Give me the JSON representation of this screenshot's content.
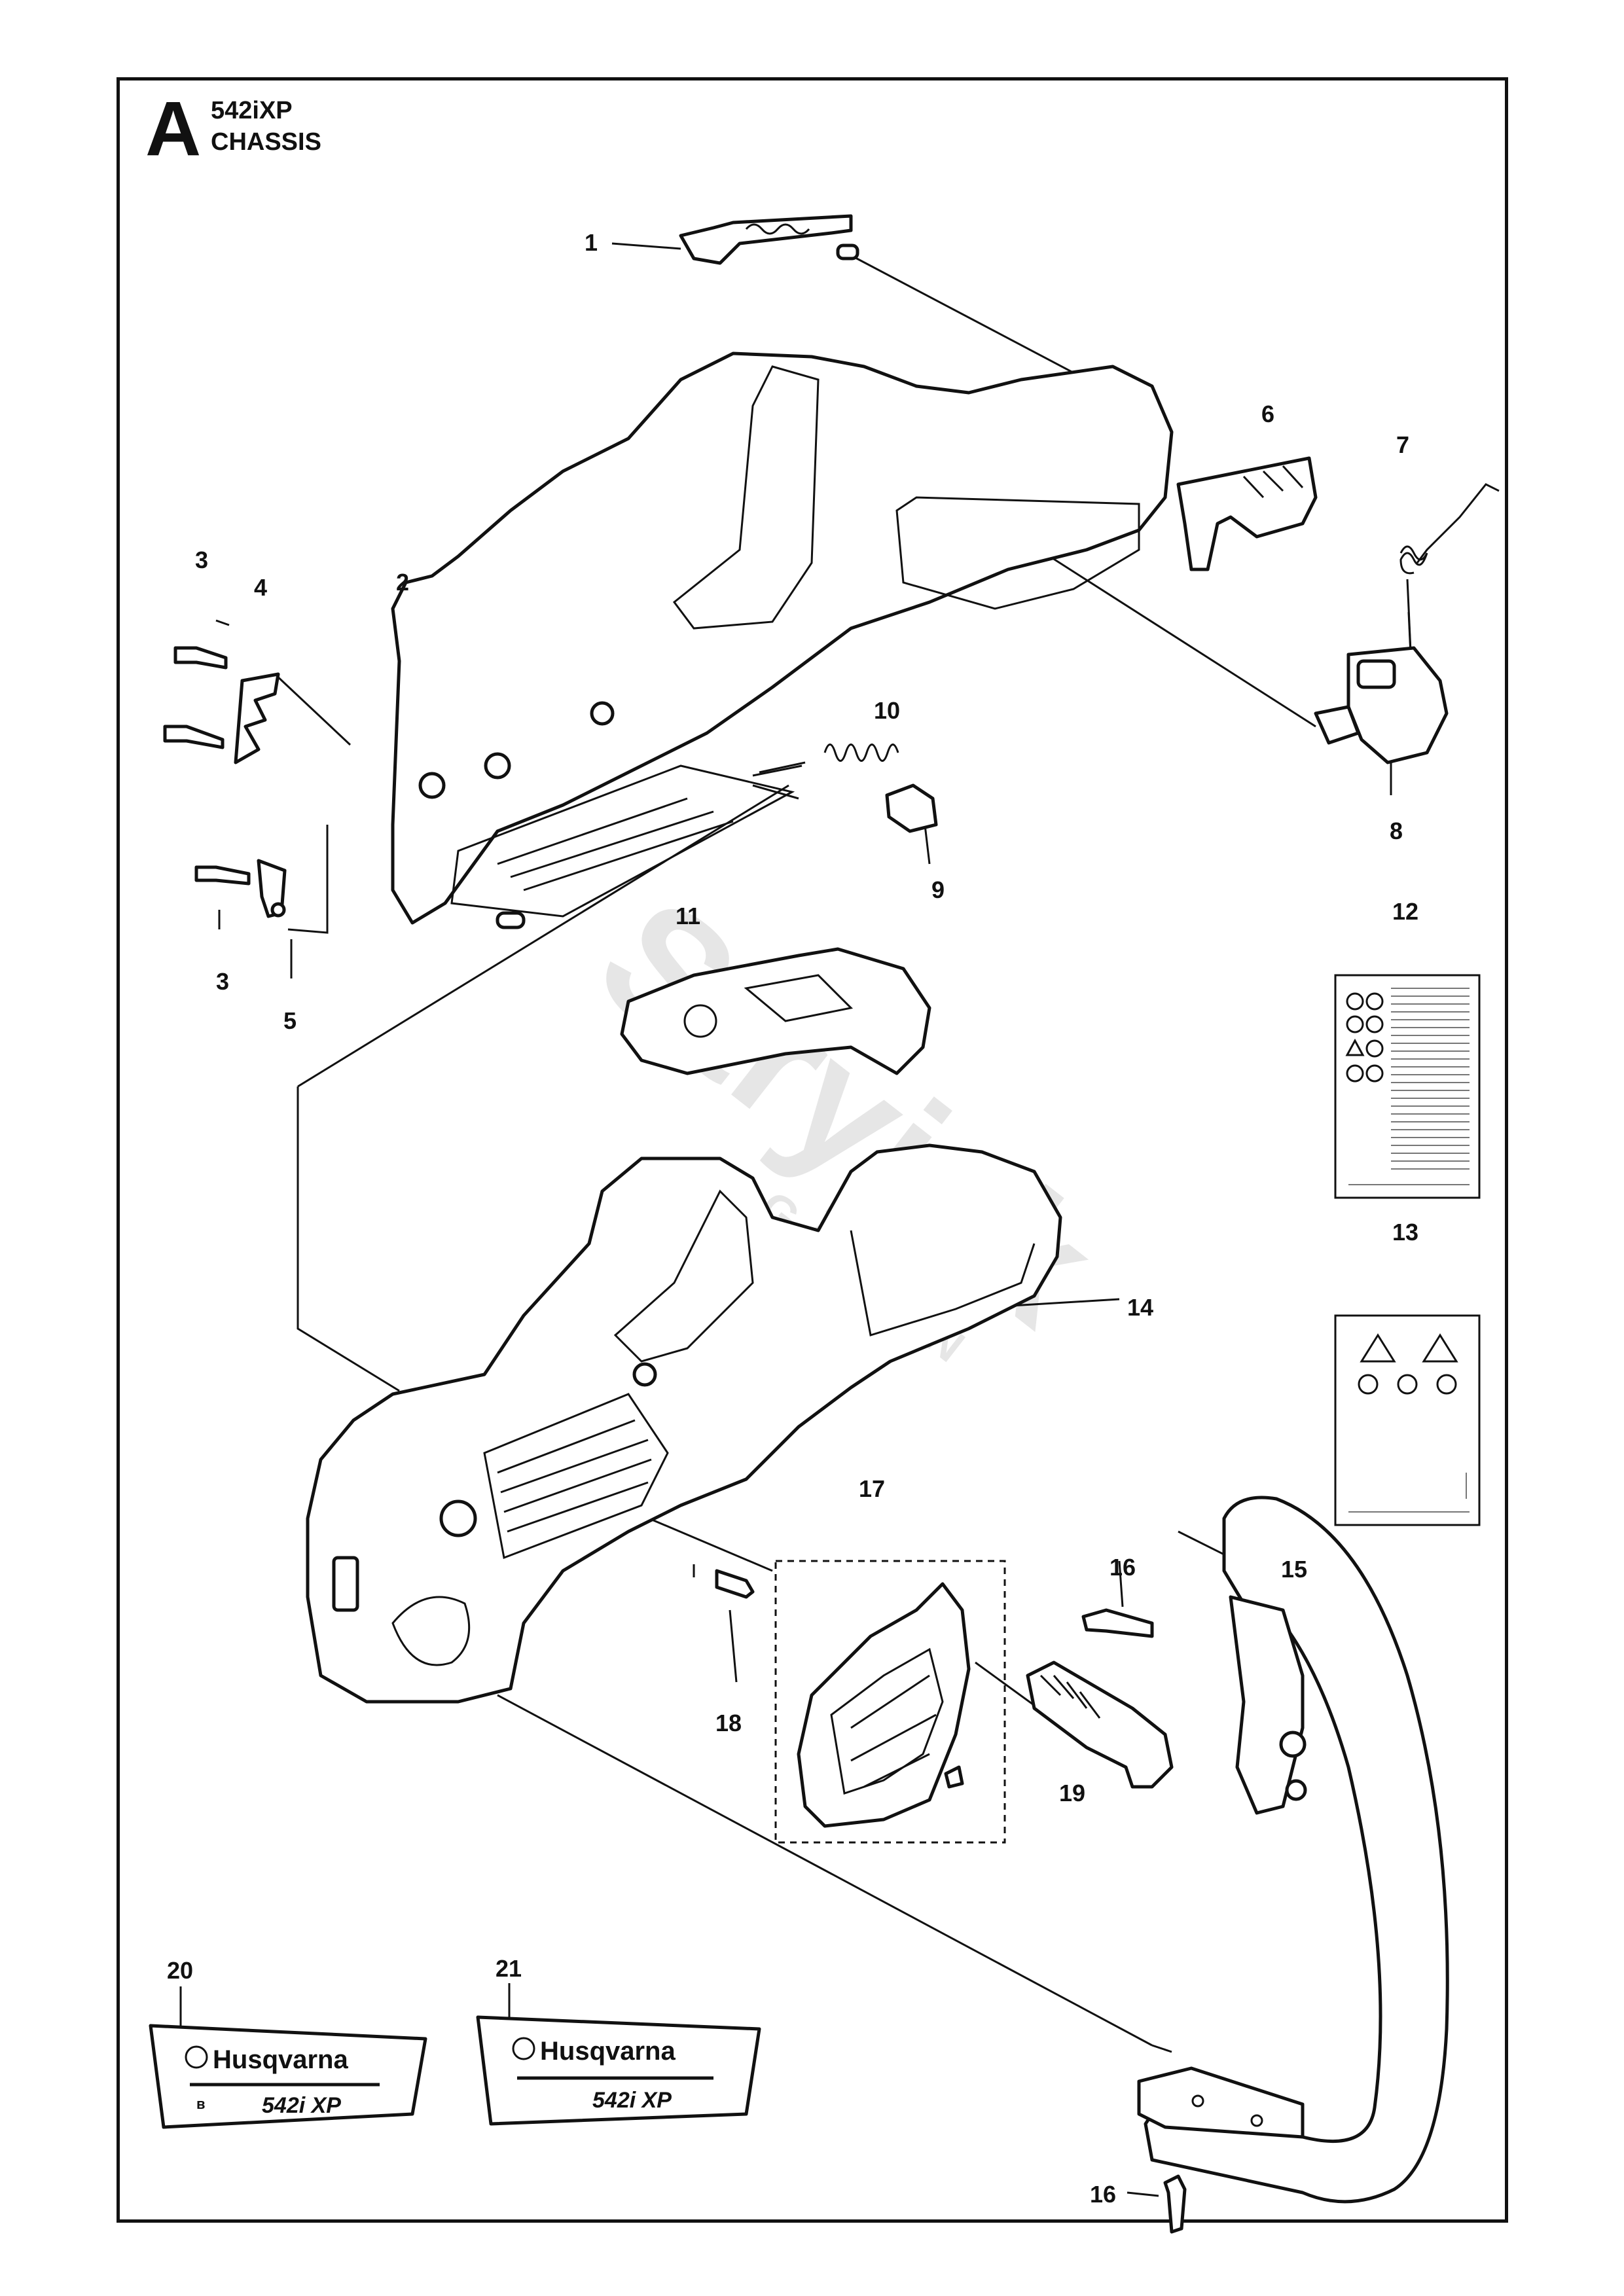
{
  "header": {
    "section_letter": "A",
    "model": "542iXP",
    "section": "CHASSIS"
  },
  "callouts": [
    "1",
    "2",
    "3",
    "4",
    "10",
    "6",
    "7",
    "8",
    "9",
    "3",
    "5",
    "11",
    "12",
    "13",
    "14",
    "17",
    "16",
    "15",
    "18",
    "19",
    "20",
    "21",
    "16"
  ],
  "decals": {
    "brand": "Husqvarna",
    "model_text": "542i XP"
  },
  "watermark": {
    "brand": "Stryjek",
    "sub": "GARDEN"
  }
}
